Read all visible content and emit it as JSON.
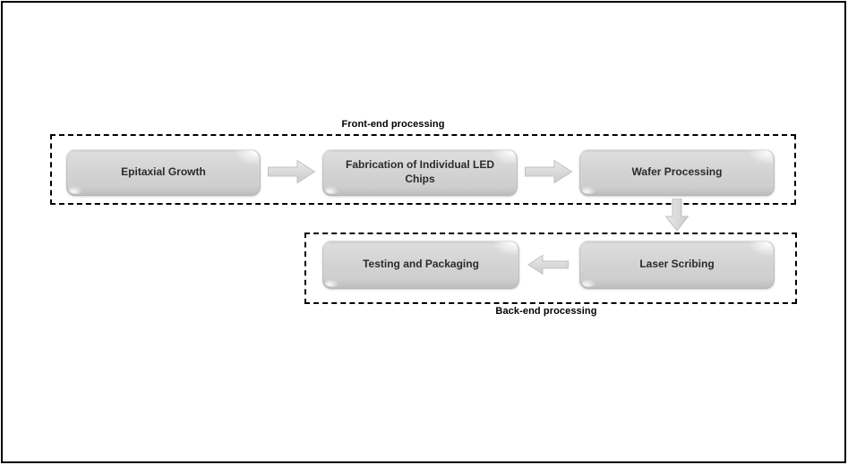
{
  "diagram": {
    "sections": {
      "front": {
        "label": "Front-end processing",
        "boxes": [
          {
            "label": "Epitaxial Growth"
          },
          {
            "label": "Fabrication of Individual LED Chips"
          },
          {
            "label": "Wafer Processing"
          }
        ]
      },
      "back": {
        "label": "Back-end processing",
        "boxes": [
          {
            "label": "Testing and Packaging"
          },
          {
            "label": "Laser Scribing"
          }
        ]
      }
    },
    "flow": [
      {
        "from": "Epitaxial Growth",
        "to": "Fabrication of Individual LED Chips",
        "direction": "right"
      },
      {
        "from": "Fabrication of Individual LED Chips",
        "to": "Wafer Processing",
        "direction": "right"
      },
      {
        "from": "Wafer Processing",
        "to": "Laser Scribing",
        "direction": "down"
      },
      {
        "from": "Laser Scribing",
        "to": "Testing and Packaging",
        "direction": "left"
      }
    ],
    "colors": {
      "background": "#ffffff",
      "frame_border": "#000000",
      "dashed_border": "#000000",
      "box_fill": "#d2d2d2",
      "box_text": "#2b2b2b",
      "arrow_fill": "#dadada",
      "arrow_outline": "#c0c0c0"
    }
  }
}
